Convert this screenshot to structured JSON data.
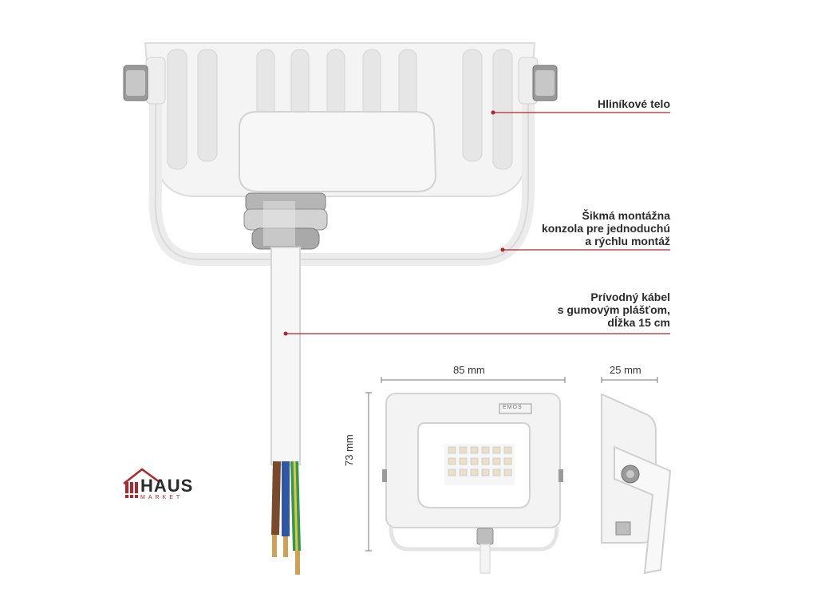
{
  "callouts": {
    "body": {
      "lines": [
        "Hliníkové telo"
      ]
    },
    "bracket": {
      "lines": [
        "Šikmá montážna",
        "konzola pre jednoduchú",
        "a rýchlu montáž"
      ]
    },
    "cable": {
      "lines": [
        "Prívodný kábel",
        "s gumovým plášťom,",
        "dĺžka 15 cm"
      ]
    }
  },
  "dimensions": {
    "width": "85 mm",
    "depth": "25 mm",
    "height": "73 mm"
  },
  "brand_mark": "EMOS",
  "logo": {
    "main": "HAUS",
    "sub": "MARKET"
  },
  "colors": {
    "accent": "#b0262c",
    "housing": "#f3f3f3",
    "line": "#7a7a7a"
  }
}
